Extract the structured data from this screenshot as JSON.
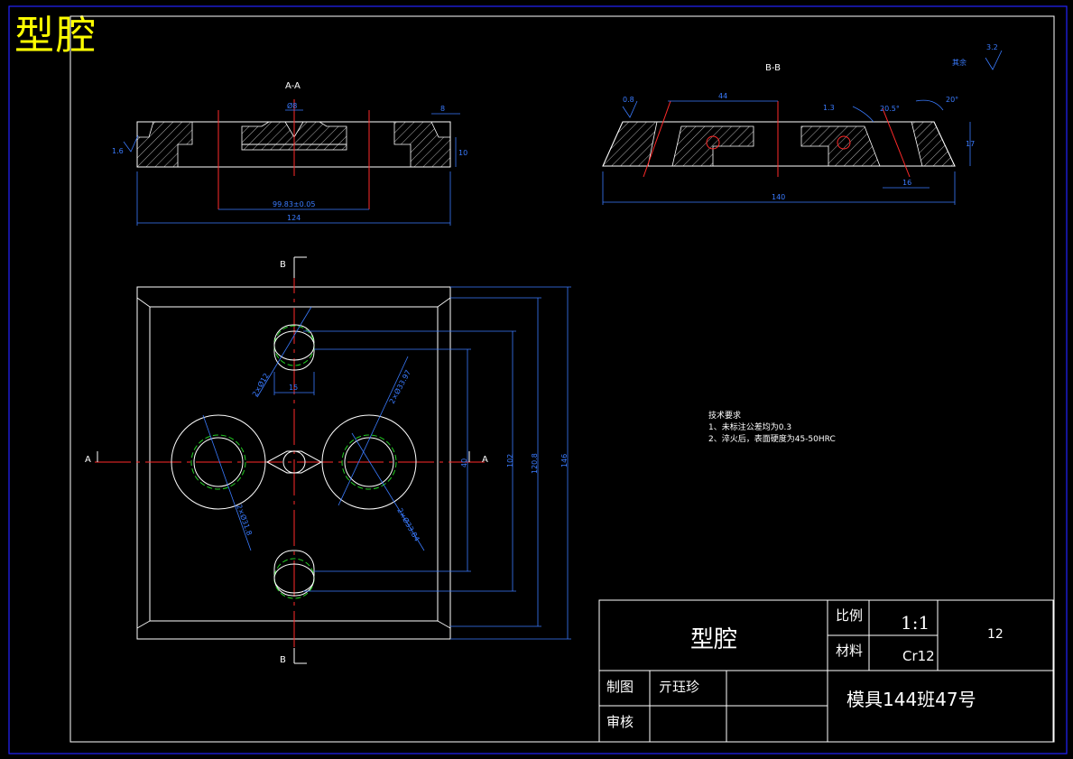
{
  "drawing_title": "型腔",
  "views": {
    "section_aa": "A-A",
    "section_bb": "B-B",
    "label_a": "A",
    "label_b": "B"
  },
  "dimensions": {
    "aa_top_phi": "Ø8",
    "aa_right_top": "8",
    "aa_left_rough": "1.6",
    "aa_height": "10",
    "aa_hole_span": "99.83±0.05",
    "aa_width": "124",
    "bb_rough": "0.8",
    "bb_top": "44",
    "bb_small": "1.3",
    "bb_angle1": "20.5°",
    "bb_angle2": "20°",
    "bb_height": "17",
    "bb_width": "140",
    "bb_bottom": "16",
    "other_rough_label": "其余",
    "other_rough_value": "3.2",
    "plan_slot_w": "15",
    "plan_r1": "2×Ø12",
    "plan_r2": "2×Ø33.97",
    "plan_r3": "2×Ø31.8",
    "plan_r4": "2×Ø33.84",
    "plan_center": "40",
    "plan_h1": "102",
    "plan_h2": "120.8",
    "plan_h3": "146"
  },
  "notes": {
    "heading": "技术要求",
    "line1": "1、未标注公差均为0.3",
    "line2": "2、淬火后，表面硬度为45-50HRC"
  },
  "title_block": {
    "part_name": "型腔",
    "scale_label": "比例",
    "scale_value": "1:1",
    "sheet_no": "12",
    "material_label": "材料",
    "material_value": "Cr12",
    "drawn_label": "制图",
    "drawn_by": "亓珏珍",
    "checked_label": "审核",
    "project": "模具144班47号"
  },
  "colors": {
    "background": "#000000",
    "outline": "#ffffff",
    "dimension": "#3a7bff",
    "centerline": "#ff2a2a",
    "thread": "#22cc22",
    "title": "#ffff00",
    "border": "#2323ff"
  }
}
